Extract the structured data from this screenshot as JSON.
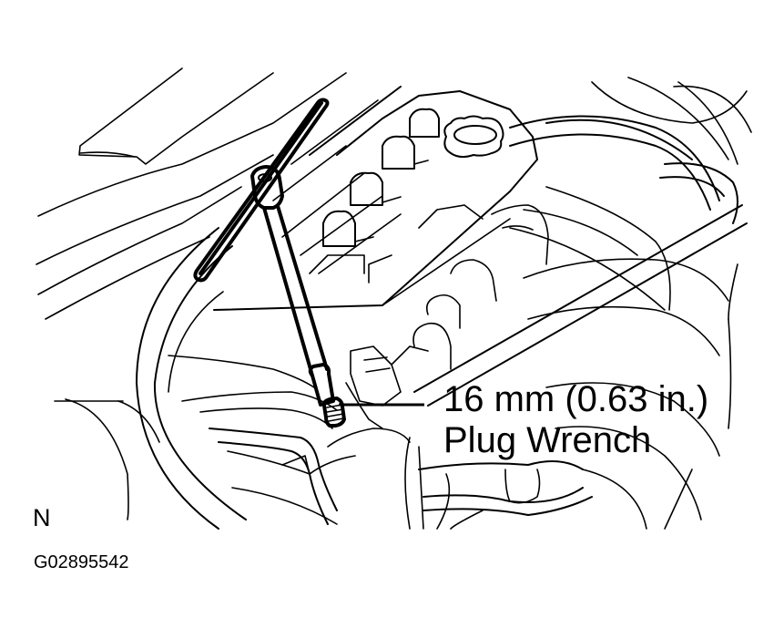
{
  "figure": {
    "type": "line-art service illustration",
    "subject": "spark plug removal with plug wrench (engine compartment view)",
    "callout": {
      "line1": "16 mm (0.63 in.)",
      "line2": "Plug Wrench",
      "target": "plug-wrench"
    },
    "view_letter": "N",
    "figure_id": "G02895542",
    "colors": {
      "background": "#ffffff",
      "line": "#000000"
    },
    "icons": {
      "tool": "t-handle-plug-wrench",
      "component": "oil-filler-cap"
    }
  }
}
